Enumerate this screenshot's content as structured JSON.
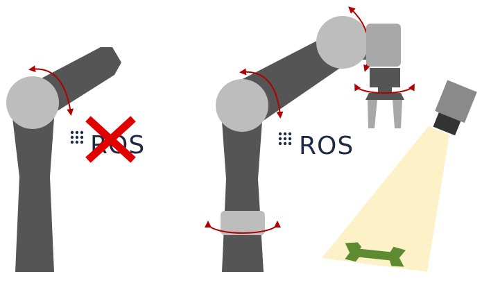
{
  "logos": [
    {
      "text": "ROS",
      "status": "crossed-out"
    },
    {
      "text": "ROS",
      "status": "active"
    }
  ],
  "icons": [
    "robot-arm-icon",
    "rotation-arrow-icon",
    "gripper-icon",
    "camera-icon",
    "light-cone-icon",
    "wrench-icon",
    "cross-icon"
  ],
  "colors": {
    "arm_dark": "#555555",
    "joint_light": "#bdbdbd",
    "gripper_grey": "#8a8a8a",
    "arrow_red": "#b00000",
    "cross_red": "#e00000",
    "ros_navy": "#1f2a44",
    "light_cone": "#fdf1c8",
    "wrench_green": "#5e8a32"
  }
}
